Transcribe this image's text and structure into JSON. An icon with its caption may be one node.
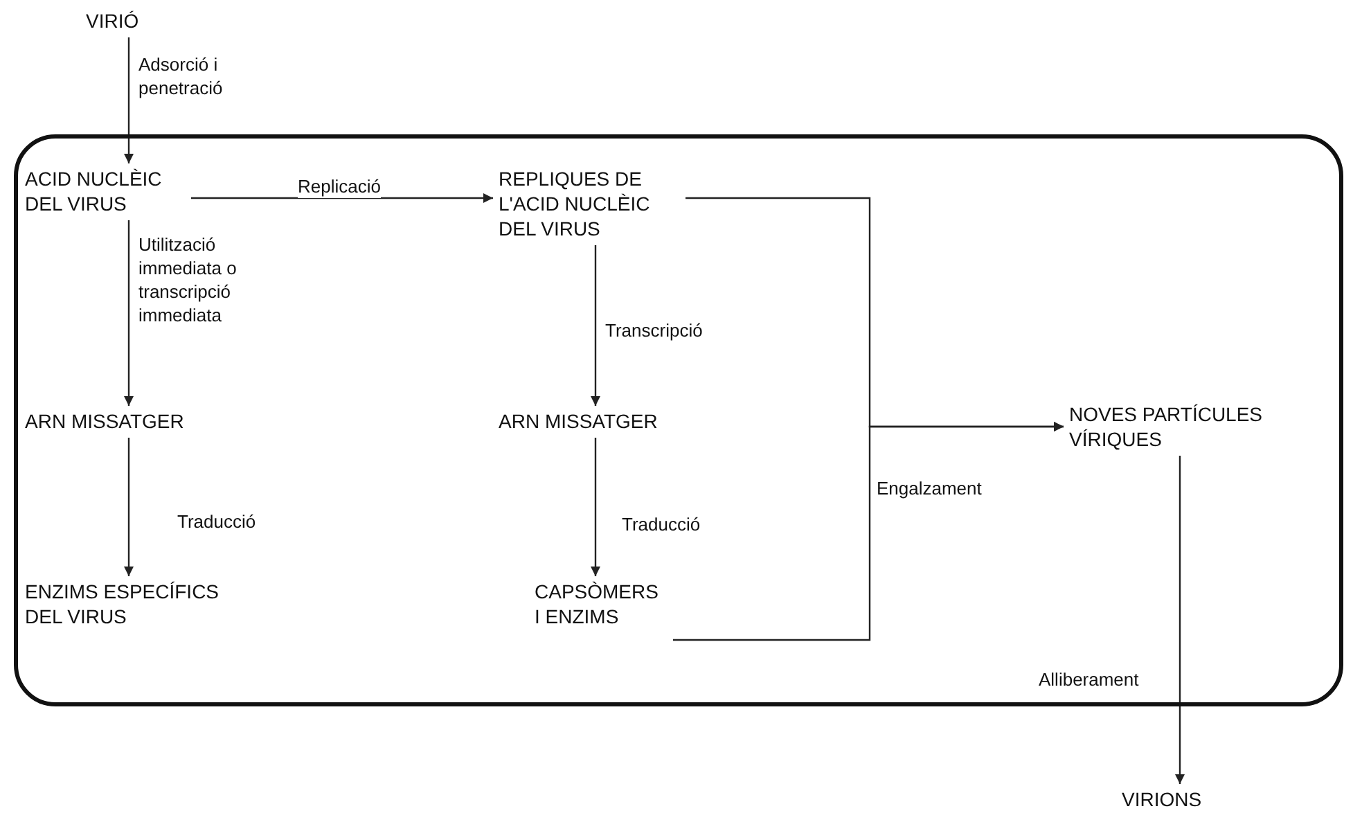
{
  "diagram": {
    "nodes": [
      {
        "text": [],
        "shape": "box"
      },
      {
        "text": [
          "VIRIÓ"
        ]
      },
      {
        "text": [
          "ACID NUCLÈIC DEL VIRUS"
        ],
        "in": 0
      },
      {
        "text": [
          "REPLIQUES DE L'ACID NUCLÈIC DEL VIRUS"
        ],
        "in": 0
      },
      {
        "text": [
          "ARN MISSATGER"
        ],
        "in": 0
      },
      {
        "text": [
          "ARN MISSATGER"
        ],
        "in": 0
      },
      {
        "text": [
          "ENZIMS ESPECÍFICS DEL VIRUS"
        ],
        "in": 0
      },
      {
        "text": [
          "CAPSÒMERS I ENZIMS"
        ],
        "in": 0
      },
      {
        "text": [
          "NOVES PARTÍCULES VÍRIQUES"
        ],
        "in": 0
      },
      {
        "text": [
          "VIRIONS"
        ]
      }
    ],
    "edges": [
      {
        "from": 1,
        "to": 2,
        "arrow": "to",
        "label": "Adsorció i penetració"
      },
      {
        "from": 2,
        "to": 3,
        "arrow": "to",
        "label": "Replicació"
      },
      {
        "from": 2,
        "to": 4,
        "arrow": "to",
        "label": "Utilització immediata o transcripció immediata"
      },
      {
        "from": 3,
        "to": 5,
        "arrow": "to",
        "label": "Transcripció"
      },
      {
        "from": 4,
        "to": 6,
        "arrow": "to",
        "label": "Traducció"
      },
      {
        "from": 5,
        "to": 7,
        "arrow": "to",
        "label": "Traducció"
      },
      {
        "from": 3,
        "to": 8,
        "arrow": "to"
      },
      {
        "from": 7,
        "to": 8,
        "arrow": "to",
        "label": "Engalzament"
      },
      {
        "from": 8,
        "to": 9,
        "arrow": "to",
        "label": "Alliberament"
      }
    ]
  }
}
